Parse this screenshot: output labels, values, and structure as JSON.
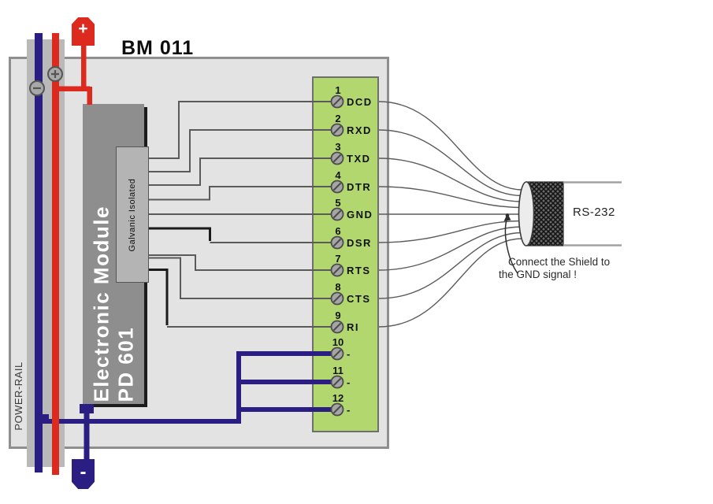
{
  "title": "BM 011",
  "enclosure": {
    "power_rail_label": "POWER-RAIL"
  },
  "power": {
    "plus_label": "+",
    "minus_label": "-"
  },
  "module": {
    "name": "Electronic Module",
    "model": "PD 601",
    "isolation": "Galvanic Isolated"
  },
  "terminal_block": {
    "terminals": [
      {
        "number": "1",
        "label": "DCD"
      },
      {
        "number": "2",
        "label": "RXD"
      },
      {
        "number": "3",
        "label": "TXD"
      },
      {
        "number": "4",
        "label": "DTR"
      },
      {
        "number": "5",
        "label": "GND"
      },
      {
        "number": "6",
        "label": "DSR"
      },
      {
        "number": "7",
        "label": "RTS"
      },
      {
        "number": "8",
        "label": "CTS"
      },
      {
        "number": "9",
        "label": "RI"
      },
      {
        "number": "10",
        "label": "-"
      },
      {
        "number": "11",
        "label": "-"
      },
      {
        "number": "12",
        "label": "-"
      }
    ]
  },
  "cable": {
    "label": "RS-232",
    "note_line1": "Connect the Shield to",
    "note_line2": "the GND signal !"
  },
  "colors": {
    "red": "#dc2a1e",
    "navy": "#2b1e83",
    "terminal_green": "#b1d76e",
    "module_gray": "#8e8e8e",
    "wire_gray": "#5a5a5a",
    "wire_black": "#1a1a1a"
  }
}
